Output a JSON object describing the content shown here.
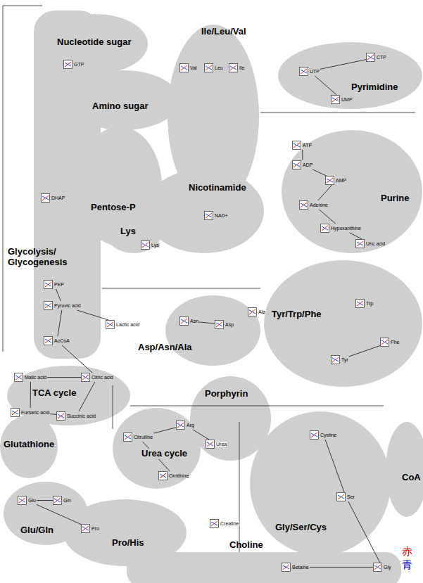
{
  "diagram": {
    "nodes": [
      {
        "text": [
          "Nucleotide sugar"
        ]
      },
      {
        "text": [
          "Ile/Leu/Val"
        ]
      },
      {
        "text": [
          "Pyrimidine"
        ]
      },
      {
        "text": [
          "Amino sugar"
        ]
      },
      {
        "text": [
          "Pentose-P"
        ]
      },
      {
        "text": [
          "Purine"
        ]
      },
      {
        "text": [
          "Nicotinamide"
        ]
      },
      {
        "text": [
          "Lys"
        ]
      },
      {
        "text": [
          "Glycolysis/ Glycogenesis"
        ]
      },
      {
        "text": [
          "Tyr/Trp/Phe"
        ]
      },
      {
        "text": [
          "Asp/Asn/Ala"
        ]
      },
      {
        "text": [
          "TCA cycle"
        ]
      },
      {
        "text": [
          "Porphyrin"
        ]
      },
      {
        "text": [
          "Glutathione"
        ]
      },
      {
        "text": [
          "Urea cycle"
        ]
      },
      {
        "text": [
          "CoA"
        ]
      },
      {
        "text": [
          "Glu/Gln"
        ]
      },
      {
        "text": [
          "Pro/His"
        ]
      },
      {
        "text": [
          "Gly/Ser/Cys"
        ]
      },
      {
        "text": [
          "Choline"
        ]
      },
      {
        "text": [
          "GTP"
        ],
        "in": 0
      },
      {
        "text": [
          "Val"
        ],
        "in": 1
      },
      {
        "text": [
          "Leu"
        ],
        "in": 1
      },
      {
        "text": [
          "Ile"
        ],
        "in": 1
      },
      {
        "text": [
          "CTP"
        ],
        "in": 2
      },
      {
        "text": [
          "UTP"
        ],
        "in": 2
      },
      {
        "text": [
          "UMP"
        ],
        "in": 2
      },
      {
        "text": [
          "ATP"
        ],
        "in": 5
      },
      {
        "text": [
          "ADP"
        ],
        "in": 5
      },
      {
        "text": [
          "AMP"
        ],
        "in": 5
      },
      {
        "text": [
          "Adenine"
        ],
        "in": 5
      },
      {
        "text": [
          "Hypoxanthine"
        ],
        "in": 5
      },
      {
        "text": [
          "Uric acid"
        ],
        "in": 5
      },
      {
        "text": [
          "NAD+"
        ],
        "in": 6
      },
      {
        "text": [
          "Lys"
        ],
        "in": 7
      },
      {
        "text": [
          "DHAP"
        ],
        "in": 8
      },
      {
        "text": [
          "PEP"
        ],
        "in": 8
      },
      {
        "text": [
          "Pyruvic acid"
        ],
        "in": 8
      },
      {
        "text": [
          "AcCoA"
        ],
        "in": 8
      },
      {
        "text": [
          "Lactic acid"
        ]
      },
      {
        "text": [
          "Trp"
        ],
        "in": 9
      },
      {
        "text": [
          "Phe"
        ],
        "in": 9
      },
      {
        "text": [
          "Tyr"
        ],
        "in": 9
      },
      {
        "text": [
          "Asn"
        ],
        "in": 10
      },
      {
        "text": [
          "Asp"
        ],
        "in": 10
      },
      {
        "text": [
          "Ala"
        ]
      },
      {
        "text": [
          "Malic acid"
        ],
        "in": 11
      },
      {
        "text": [
          "Citric acid"
        ],
        "in": 11
      },
      {
        "text": [
          "Fumaric acid"
        ],
        "in": 11
      },
      {
        "text": [
          "Succinic acid"
        ],
        "in": 11
      },
      {
        "text": [
          "Citrulline"
        ],
        "in": 14
      },
      {
        "text": [
          "Arg"
        ],
        "in": 14
      },
      {
        "text": [
          "Ornithine"
        ],
        "in": 14
      },
      {
        "text": [
          "Urea"
        ]
      },
      {
        "text": [
          "Glu"
        ],
        "in": 16
      },
      {
        "text": [
          "Gln"
        ],
        "in": 16
      },
      {
        "text": [
          "Pro"
        ],
        "in": 17
      },
      {
        "text": [
          "Cystine"
        ],
        "in": 18
      },
      {
        "text": [
          "Ser"
        ],
        "in": 18
      },
      {
        "text": [
          "Creatine"
        ]
      },
      {
        "text": [
          "Betaine"
        ],
        "in": 19
      },
      {
        "text": [
          "Gly"
        ],
        "in": 19
      }
    ],
    "edges": [
      {
        "from": 24,
        "to": 25,
        "arrow": "none"
      },
      {
        "from": 25,
        "to": 26,
        "arrow": "none"
      },
      {
        "from": 27,
        "to": 28,
        "arrow": "none"
      },
      {
        "from": 28,
        "to": 29,
        "arrow": "none"
      },
      {
        "from": 29,
        "to": 30,
        "arrow": "none"
      },
      {
        "from": 30,
        "to": 31,
        "arrow": "none"
      },
      {
        "from": 31,
        "to": 32,
        "arrow": "none"
      },
      {
        "from": 36,
        "to": 37,
        "arrow": "none"
      },
      {
        "from": 37,
        "to": 38,
        "arrow": "none"
      },
      {
        "from": 37,
        "to": 39,
        "arrow": "none"
      },
      {
        "from": 38,
        "to": 47,
        "arrow": "none"
      },
      {
        "from": 47,
        "to": 49,
        "arrow": "none"
      },
      {
        "from": 49,
        "to": 48,
        "arrow": "none"
      },
      {
        "from": 48,
        "to": 46,
        "arrow": "none"
      },
      {
        "from": 46,
        "to": 47,
        "arrow": "none"
      },
      {
        "from": 52,
        "to": 50,
        "arrow": "none"
      },
      {
        "from": 50,
        "to": 51,
        "arrow": "none"
      },
      {
        "from": 51,
        "to": 53,
        "arrow": "none"
      },
      {
        "from": 54,
        "to": 55,
        "arrow": "none"
      },
      {
        "from": 54,
        "to": 56,
        "arrow": "none"
      },
      {
        "from": 43,
        "to": 44,
        "arrow": "none"
      },
      {
        "from": 42,
        "to": 41,
        "arrow": "none"
      },
      {
        "from": 57,
        "to": 58,
        "arrow": "none"
      },
      {
        "from": 58,
        "to": 61,
        "arrow": "none"
      },
      {
        "from": 60,
        "to": 61,
        "arrow": "none"
      }
    ],
    "labels": [
      "赤",
      "青"
    ]
  }
}
